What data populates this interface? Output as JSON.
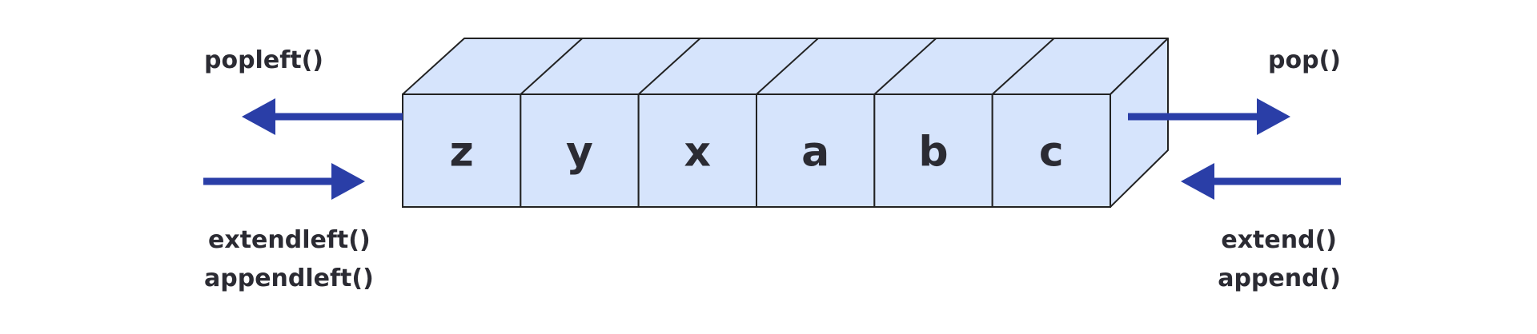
{
  "deque": {
    "cells": [
      "z",
      "y",
      "x",
      "a",
      "b",
      "c"
    ],
    "fill_color": "#d6e4fc",
    "outline_color": "#222222"
  },
  "arrows": {
    "color": "#2a3ea7"
  },
  "left": {
    "pop_label": "popleft()",
    "extend_label": "extendleft()",
    "append_label": "appendleft()"
  },
  "right": {
    "pop_label": "pop()",
    "extend_label": "extend()",
    "append_label": "append()"
  }
}
